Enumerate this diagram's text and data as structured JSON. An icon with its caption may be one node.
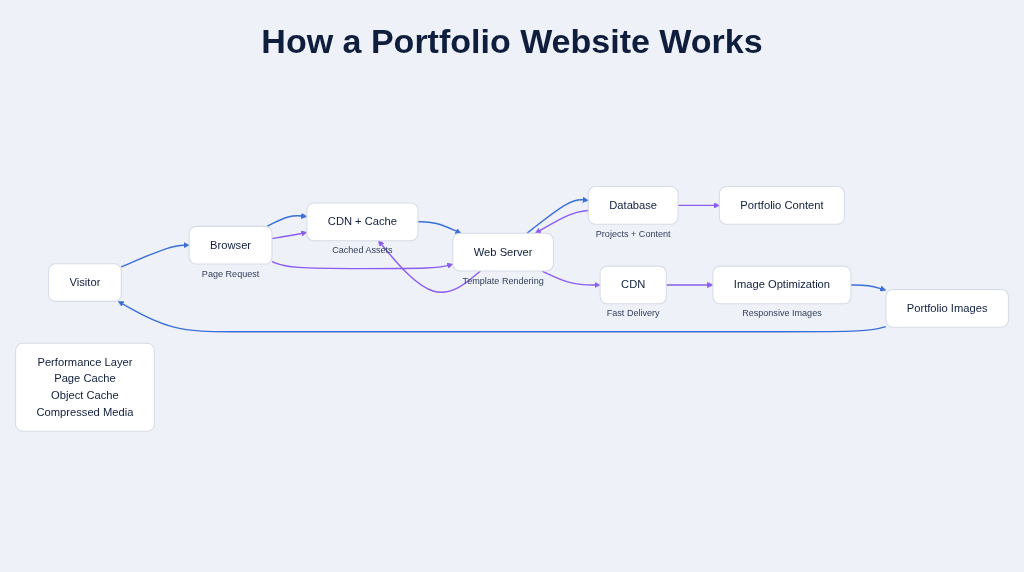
{
  "diagram": {
    "title": "How a Portfolio Website Works",
    "nodes": [
      {
        "text": [
          "Visitor"
        ]
      },
      {
        "text": [
          "Browser"
        ],
        "beside": [
          "Page Request"
        ]
      },
      {
        "text": [
          "CDN + Cache"
        ],
        "beside": [
          "Cached Assets"
        ]
      },
      {
        "text": [
          "Web Server"
        ],
        "beside": [
          "Template Rendering"
        ]
      },
      {
        "text": [
          "Database"
        ],
        "beside": [
          "Projects + Content"
        ]
      },
      {
        "text": [
          "Portfolio Content"
        ]
      },
      {
        "text": [
          "Portfolio Images"
        ]
      },
      {
        "text": [
          "Image Optimization"
        ],
        "beside": [
          "Responsive Images"
        ]
      },
      {
        "text": [
          "CDN"
        ],
        "beside": [
          "Fast Delivery"
        ]
      },
      {
        "text": [
          "Performance Layer",
          "Page Cache",
          "Object Cache",
          "Compressed Media"
        ]
      }
    ],
    "edges": [
      {
        "from": 0,
        "to": 1,
        "arrow": "to"
      },
      {
        "from": 1,
        "to": 2,
        "arrow": "to"
      },
      {
        "from": 2,
        "to": 3,
        "arrow": "to"
      },
      {
        "from": 3,
        "to": 2,
        "arrow": "to",
        "color": "#8a5cf0"
      },
      {
        "from": 3,
        "to": 4,
        "arrow": "to"
      },
      {
        "from": 4,
        "to": 3,
        "arrow": "to",
        "color": "#8a5cf0"
      },
      {
        "from": 4,
        "to": 5,
        "arrow": "to",
        "color": "#8a5cf0"
      },
      {
        "from": 1,
        "to": 2,
        "arrow": "to",
        "color": "#8a5cf0"
      },
      {
        "from": 1,
        "to": 3,
        "arrow": "to",
        "color": "#8a5cf0"
      },
      {
        "from": 3,
        "to": 8,
        "arrow": "to",
        "color": "#8a5cf0"
      },
      {
        "from": 8,
        "to": 7,
        "arrow": "to",
        "color": "#8a5cf0"
      },
      {
        "from": 7,
        "to": 6,
        "arrow": "to"
      },
      {
        "from": 6,
        "to": 0,
        "arrow": "to"
      }
    ]
  }
}
